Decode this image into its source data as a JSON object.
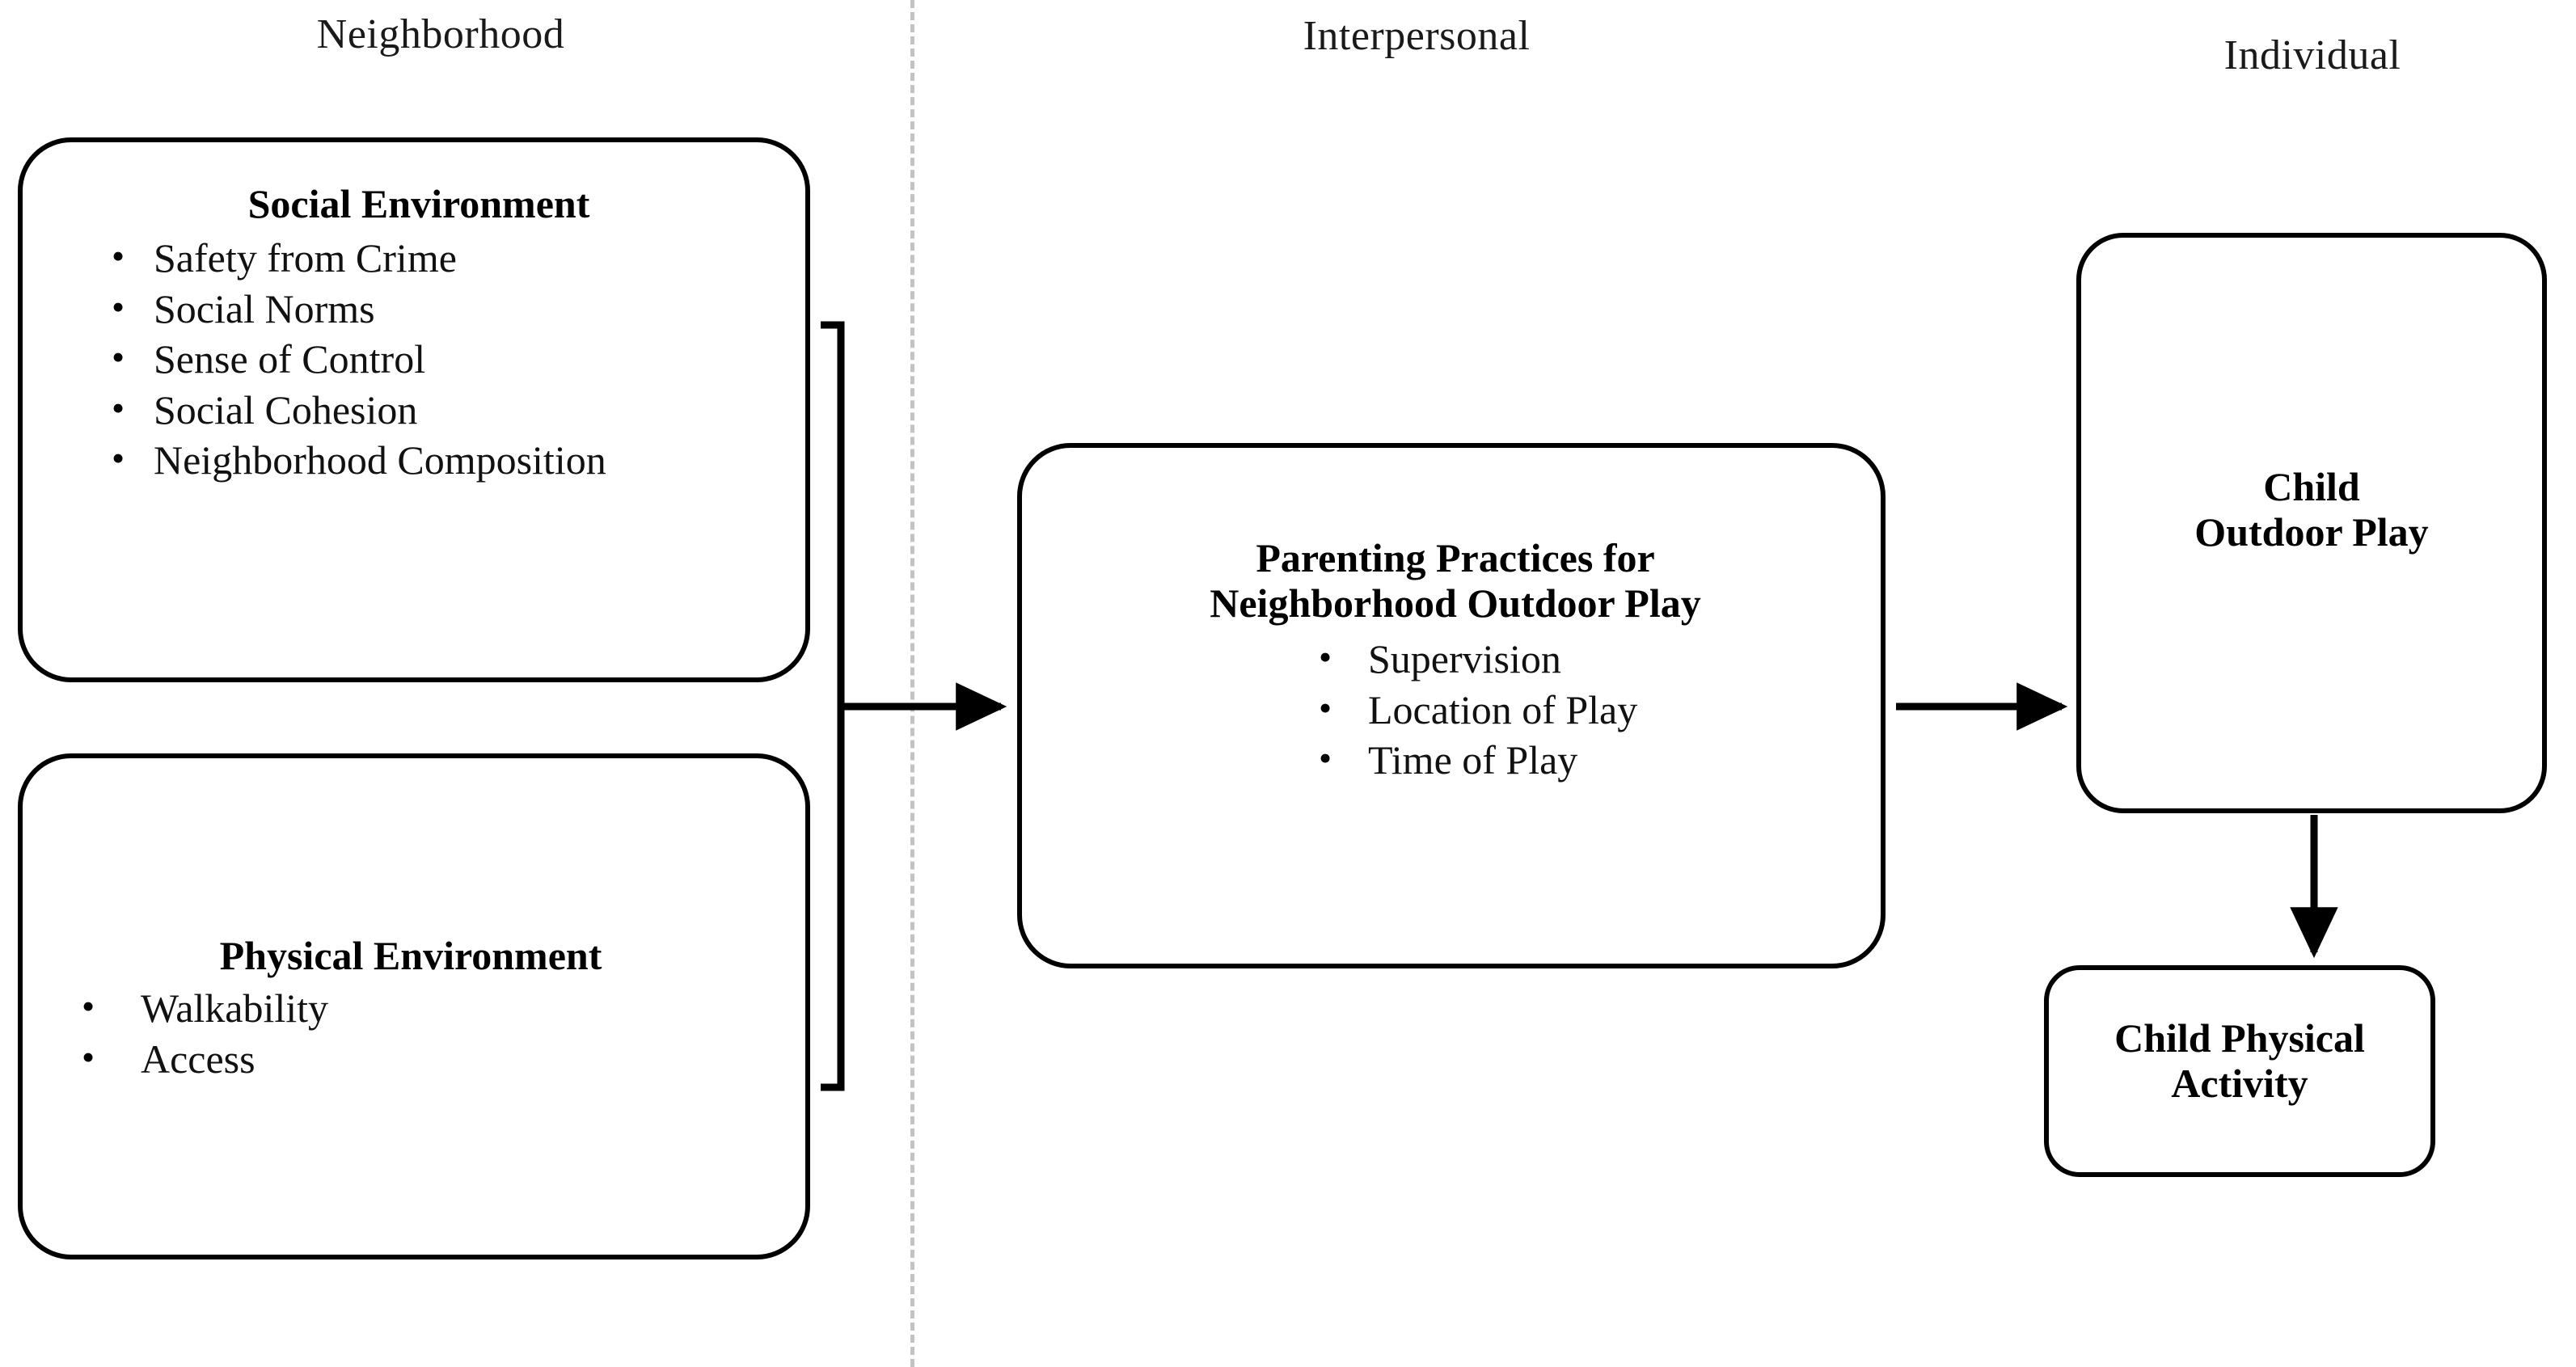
{
  "figure": {
    "type": "conceptual-framework-diagram",
    "columns": [
      {
        "id": "neighborhood",
        "label": "Neighborhood"
      },
      {
        "id": "interpersonal",
        "label": "Interpersonal"
      },
      {
        "id": "individual",
        "label": "Individual"
      }
    ],
    "boxes": [
      {
        "id": "social-environment",
        "title": "Social Environment",
        "items": [
          "Safety from Crime",
          "Social Norms",
          "Sense of Control",
          "Social Cohesion",
          "Neighborhood Composition"
        ]
      },
      {
        "id": "physical-environment",
        "title": "Physical Environment",
        "items": [
          "Walkability",
          "Access"
        ]
      },
      {
        "id": "parenting-practices",
        "title_line1": "Parenting Practices for",
        "title_line2": "Neighborhood Outdoor Play",
        "items": [
          "Supervision",
          "Location of Play",
          "Time of Play"
        ]
      },
      {
        "id": "child-outdoor-play",
        "title_line1": "Child",
        "title_line2": "Outdoor Play",
        "items": []
      },
      {
        "id": "child-physical-activity",
        "title_line1": "Child Physical",
        "title_line2": "Activity",
        "items": []
      }
    ],
    "connectors": [
      {
        "id": "brace-neighborhood-to-parenting",
        "kind": "brace-plus-arrow",
        "from": "neighborhood-boxes",
        "to": "parenting-practices"
      },
      {
        "id": "arrow-parenting-to-outdoor-play",
        "kind": "arrow",
        "from": "parenting-practices",
        "to": "child-outdoor-play"
      },
      {
        "id": "arrow-outdoor-play-to-activity",
        "kind": "arrow",
        "from": "child-outdoor-play",
        "to": "child-physical-activity"
      }
    ],
    "bullet_glyph": "•",
    "colors": {
      "stroke": "#000000",
      "background": "#ffffff",
      "divider": "#c3c3c3",
      "text": "#111111"
    }
  }
}
